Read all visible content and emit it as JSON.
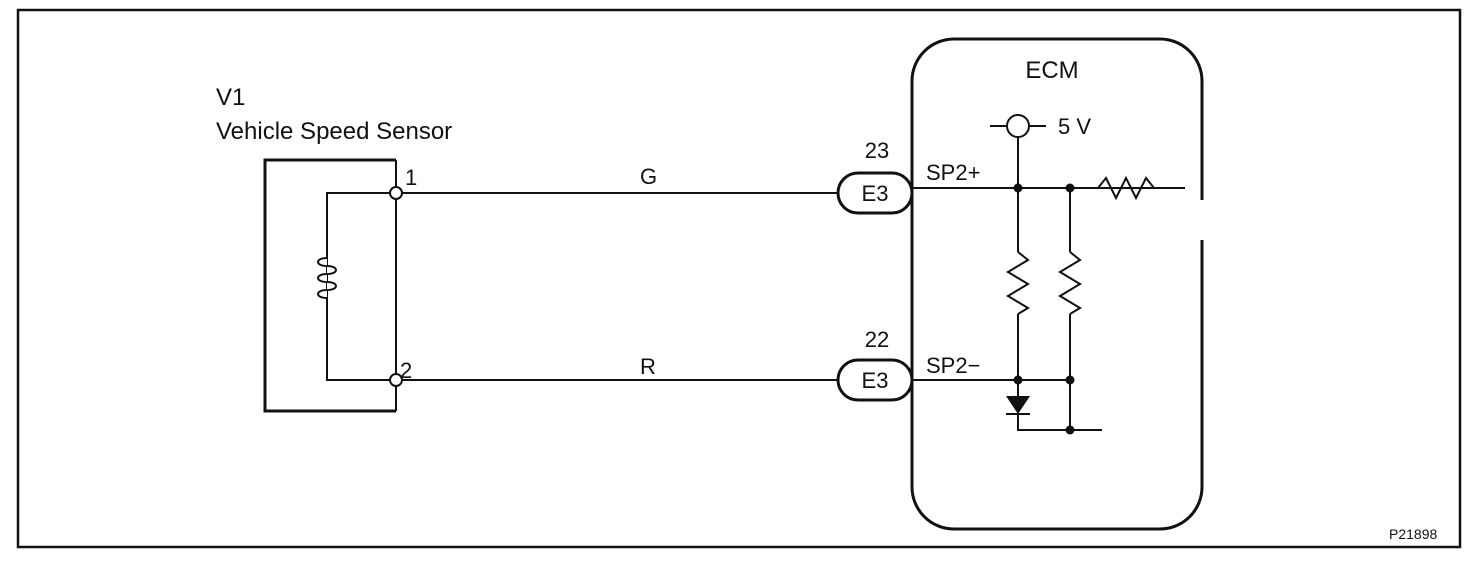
{
  "sensor": {
    "code": "V1",
    "name": "Vehicle Speed Sensor",
    "pin1": "1",
    "pin2": "2"
  },
  "wires": {
    "upper_color": "G",
    "lower_color": "R"
  },
  "connectors": [
    {
      "pin": "23",
      "name": "E3",
      "terminal": "SP2+"
    },
    {
      "pin": "22",
      "name": "E3",
      "terminal": "SP2−"
    }
  ],
  "ecm": {
    "title": "ECM",
    "supply": "5 V"
  },
  "figure_id": "P21898"
}
